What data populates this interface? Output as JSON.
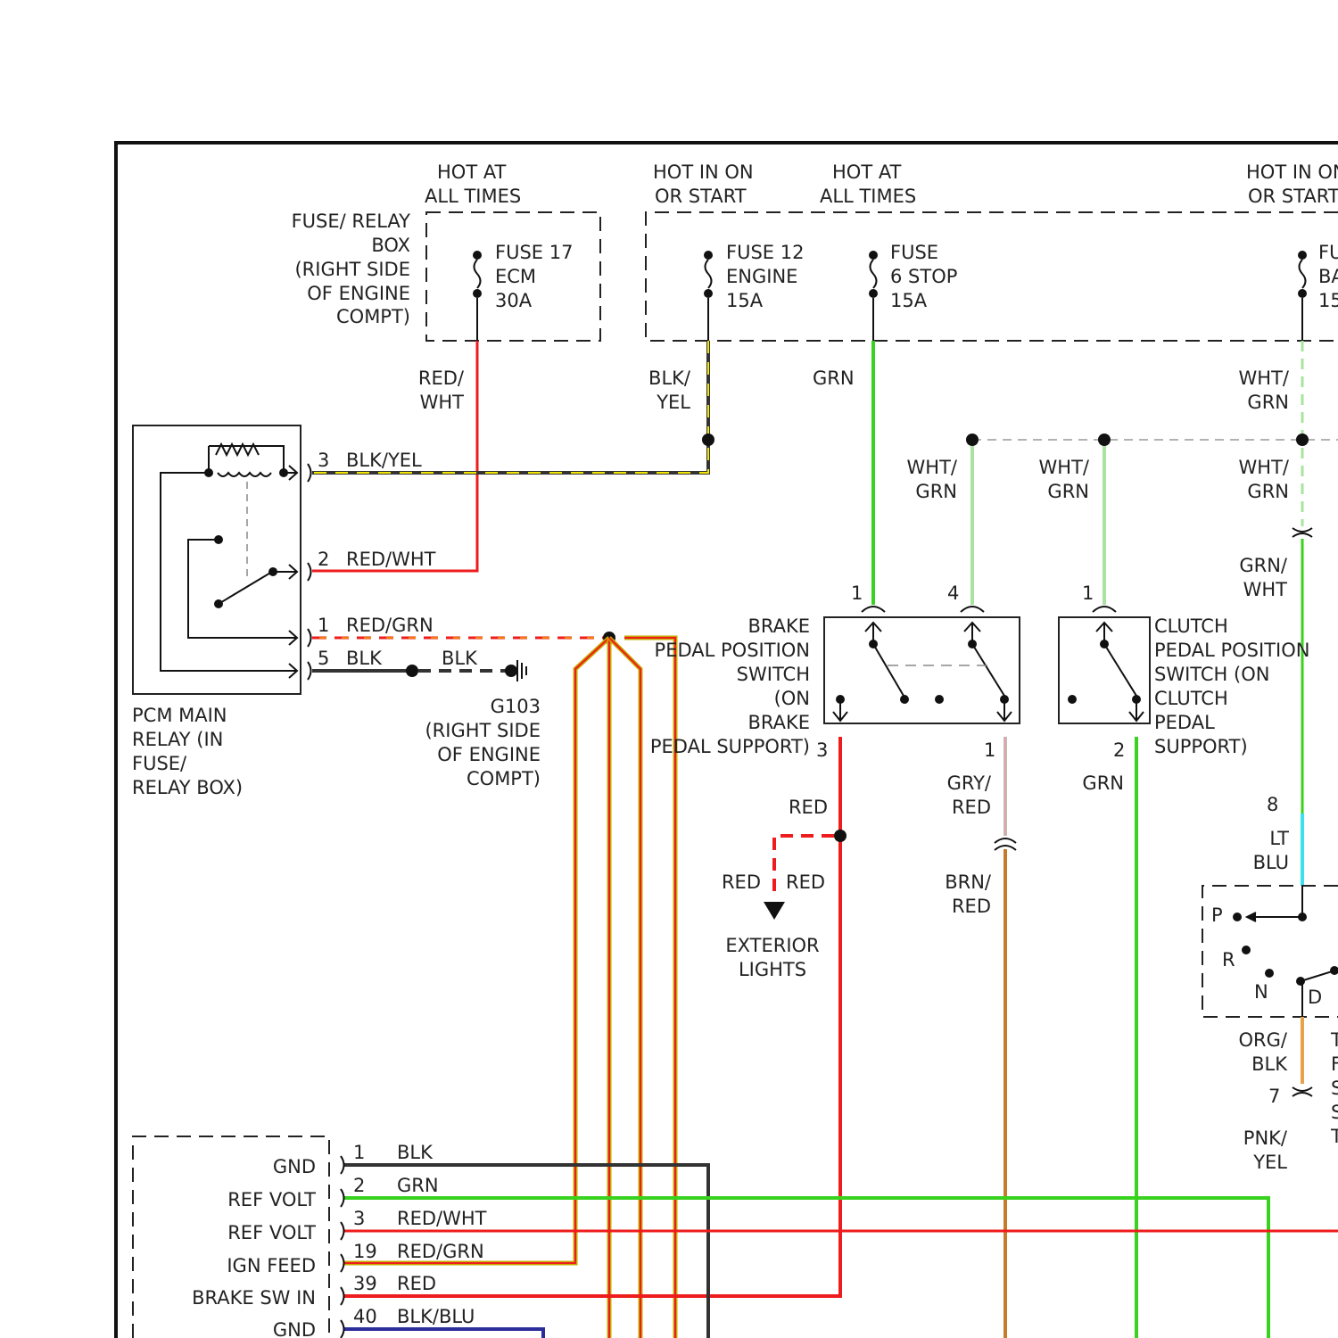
{
  "labels": {
    "hot_at_all_times_1": [
      "HOT AT",
      "ALL TIMES"
    ],
    "hot_in_on_or_start_1": [
      "HOT IN ON",
      "OR START"
    ],
    "hot_at_all_times_2": [
      "HOT AT",
      "ALL TIMES"
    ],
    "hot_in_on_or_start_2": [
      "HOT IN ON",
      "OR START"
    ],
    "fuse_relay_box": [
      "FUSE/ RELAY",
      "BOX",
      "(RIGHT SIDE",
      "OF ENGINE",
      "COMPT)"
    ],
    "fuse17": [
      "FUSE 17",
      "ECM",
      "30A"
    ],
    "fuse12": [
      "FUSE 12",
      "ENGINE",
      "15A"
    ],
    "fuse6": [
      "FUSE",
      "6 STOP",
      "15A"
    ],
    "fuse_back": [
      "FU",
      "BA",
      "15"
    ],
    "pcm_main_relay": [
      "PCM MAIN",
      "RELAY (IN",
      "FUSE/",
      "RELAY BOX)"
    ],
    "g103": [
      "G103",
      "(RIGHT SIDE",
      "OF ENGINE",
      "COMPT)"
    ],
    "brake_switch": [
      "BRAKE",
      "PEDAL POSITION",
      "SWITCH",
      "(ON",
      "BRAKE",
      "PEDAL SUPPORT)"
    ],
    "clutch_switch": [
      "CLUTCH",
      "PEDAL POSITION",
      "SWITCH (ON",
      "CLUTCH",
      "PEDAL",
      "SUPPORT)"
    ],
    "exterior_lights": [
      "EXTERIOR",
      "LIGHTS"
    ],
    "tr_switch_partial": [
      "T",
      "F",
      "S",
      "S",
      "T"
    ]
  },
  "wires": {
    "red_wht_vertical": [
      "RED/",
      "WHT"
    ],
    "blk_yel_vertical": [
      "BLK/",
      "YEL"
    ],
    "grn_top": "GRN",
    "wht_grn_top": [
      "WHT/",
      "GRN"
    ],
    "wht_grn_a": [
      "WHT/",
      "GRN"
    ],
    "wht_grn_b": [
      "WHT/",
      "GRN"
    ],
    "wht_grn_c": [
      "WHT/",
      "GRN"
    ],
    "grn_wht": [
      "GRN/",
      "WHT"
    ],
    "relay_pin3": "BLK/YEL",
    "relay_pin2": "RED/WHT",
    "relay_pin1": "RED/GRN",
    "relay_pin5": "BLK",
    "ground_blk": "BLK",
    "red_brake": "RED",
    "red_left": "RED",
    "red_right": "RED",
    "gry_red": [
      "GRY/",
      "RED"
    ],
    "brn_red": [
      "BRN/",
      "RED"
    ],
    "grn_clutch": "GRN",
    "lt_blu": [
      "LT",
      "BLU"
    ],
    "org_blk": [
      "ORG/",
      "BLK"
    ],
    "pnk_yel": [
      "PNK/",
      "YEL"
    ]
  },
  "pins": {
    "relay": [
      "3",
      "2",
      "1",
      "5"
    ],
    "brake_top": [
      "1",
      "4"
    ],
    "clutch_top": "1",
    "brake_bottom": [
      "3",
      "1"
    ],
    "clutch_bottom": "2",
    "tr_top": "8",
    "tr_bottom": "7"
  },
  "tr_positions": [
    "P",
    "R",
    "N",
    "D"
  ],
  "pcm_rows": [
    {
      "label": "GND",
      "pin": "1",
      "wire": "BLK"
    },
    {
      "label": "REF VOLT",
      "pin": "2",
      "wire": "GRN"
    },
    {
      "label": "REF VOLT",
      "pin": "3",
      "wire": "RED/WHT"
    },
    {
      "label": "IGN FEED",
      "pin": "19",
      "wire": "RED/GRN"
    },
    {
      "label": "BRAKE SW IN",
      "pin": "39",
      "wire": "RED"
    },
    {
      "label": "GND",
      "pin": "40",
      "wire": "BLK/BLU"
    }
  ],
  "colors": {
    "frame": "#111111",
    "red": "#ee1c1c",
    "yellow": "#f2e600",
    "green": "#39d21f",
    "light_green": "#a8e3a0",
    "gray": "#9a9a9a",
    "black": "#333333",
    "brown": "#c77a2a",
    "orange": "#e8a24a",
    "lt_blue": "#3ee0f0",
    "blue": "#2c2c9a",
    "pink": "#f0a0a0"
  }
}
